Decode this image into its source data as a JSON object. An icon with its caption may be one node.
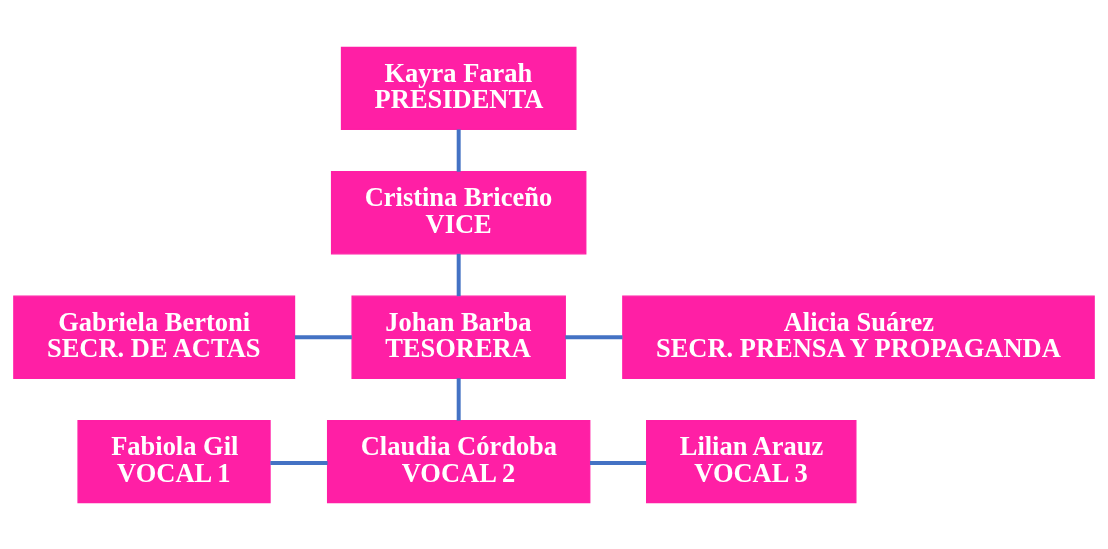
{
  "diagram": {
    "nodes": [
      {
        "text": [
          "Kayra Farah",
          "PRESIDENTA"
        ]
      },
      {
        "text": [
          "Cristina Briceño",
          "VICE"
        ]
      },
      {
        "text": [
          "Gabriela Bertoni",
          "SECR. DE ACTAS"
        ]
      },
      {
        "text": [
          "Johan Barba",
          "TESORERA"
        ]
      },
      {
        "text": [
          "Alicia Suárez",
          "SECR. PRENSA Y PROPAGANDA"
        ]
      },
      {
        "text": [
          "Fabiola Gil",
          "VOCAL 1"
        ]
      },
      {
        "text": [
          "Claudia Córdoba",
          "VOCAL 2"
        ]
      },
      {
        "text": [
          "Lilian Arauz",
          "VOCAL 3"
        ]
      }
    ],
    "edges": [
      {
        "from": 0,
        "to": 1,
        "arrow": "none"
      },
      {
        "from": 1,
        "to": 3,
        "arrow": "none"
      },
      {
        "from": 2,
        "to": 3,
        "arrow": "none"
      },
      {
        "from": 3,
        "to": 4,
        "arrow": "none"
      },
      {
        "from": 3,
        "to": 6,
        "arrow": "none"
      },
      {
        "from": 5,
        "to": 6,
        "arrow": "none"
      },
      {
        "from": 6,
        "to": 7,
        "arrow": "none"
      }
    ]
  }
}
